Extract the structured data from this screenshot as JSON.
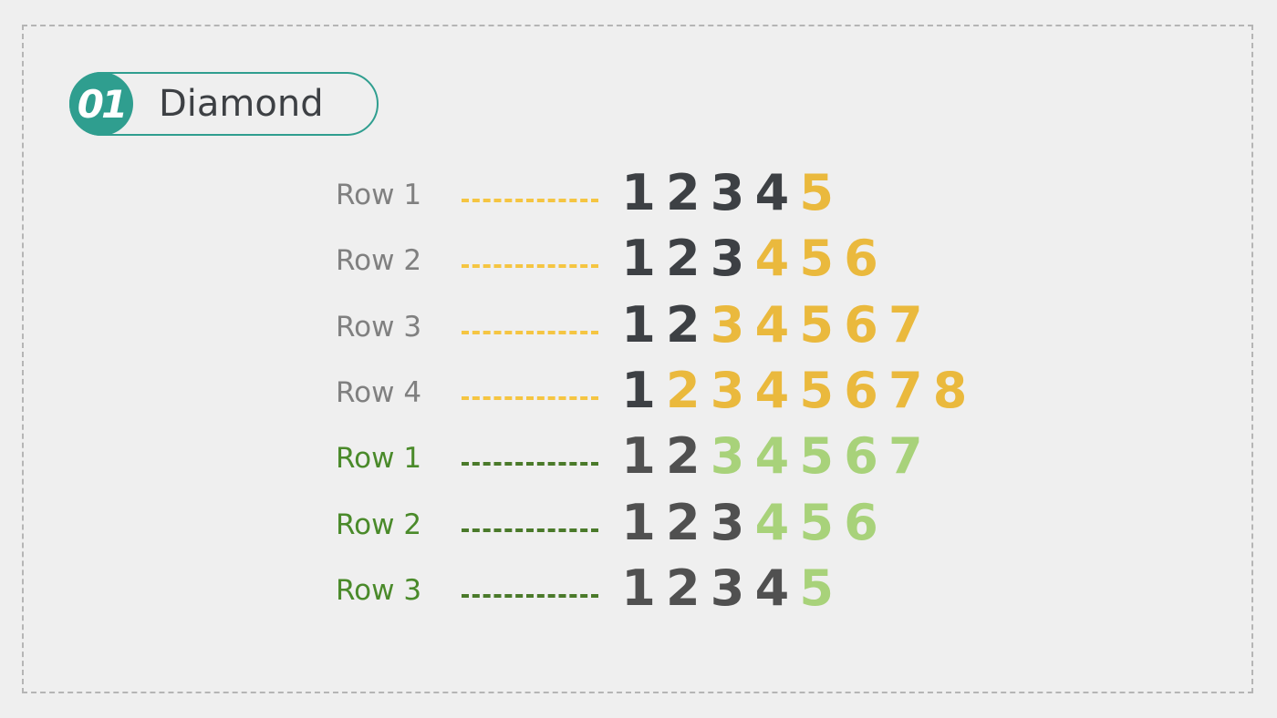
{
  "badge": {
    "number": "01",
    "title": "Diamond"
  },
  "colors": {
    "teal": "#2f9e8f",
    "dark": "#3d4044",
    "yellow": "#eab93d",
    "yellow_dash": "#f5c542",
    "gray_label": "#808080",
    "green_label": "#4a8a2a",
    "green_dash": "#4a7a2a",
    "light_green": "#a8d27a",
    "dark_green_digit": "#505050"
  },
  "rows": [
    {
      "label": "Row 1",
      "digits": [
        "1",
        "2",
        "3",
        "4",
        "5"
      ],
      "dark_count": 4,
      "group": "top"
    },
    {
      "label": "Row 2",
      "digits": [
        "1",
        "2",
        "3",
        "4",
        "5",
        "6"
      ],
      "dark_count": 3,
      "group": "top"
    },
    {
      "label": "Row 3",
      "digits": [
        "1",
        "2",
        "3",
        "4",
        "5",
        "6",
        "7"
      ],
      "dark_count": 2,
      "group": "top"
    },
    {
      "label": "Row 4",
      "digits": [
        "1",
        "2",
        "3",
        "4",
        "5",
        "6",
        "7",
        "8"
      ],
      "dark_count": 1,
      "group": "top"
    },
    {
      "label": "Row 1",
      "digits": [
        "1",
        "2",
        "3",
        "4",
        "5",
        "6",
        "7"
      ],
      "dark_count": 2,
      "group": "bottom"
    },
    {
      "label": "Row 2",
      "digits": [
        "1",
        "2",
        "3",
        "4",
        "5",
        "6"
      ],
      "dark_count": 3,
      "group": "bottom"
    },
    {
      "label": "Row 3",
      "digits": [
        "1",
        "2",
        "3",
        "4",
        "5"
      ],
      "dark_count": 4,
      "group": "bottom"
    }
  ]
}
